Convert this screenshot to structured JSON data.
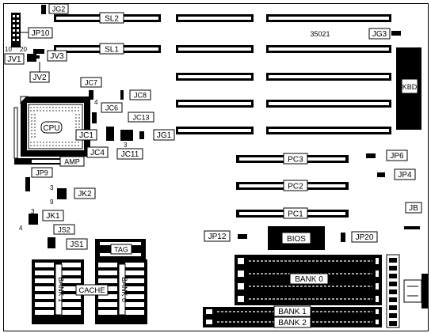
{
  "title": "35021",
  "slots": {
    "sl2": "SL2",
    "sl1": "SL1",
    "pc3": "PC3",
    "pc2": "PC2",
    "pc1": "PC1"
  },
  "labels": {
    "jg2": "JG2",
    "jp10": "JP10",
    "jv1": "JV1",
    "jv3": "JV3",
    "jv2": "JV2",
    "jg3": "JG3",
    "kbd": "KBD",
    "jc7": "JC7",
    "jc8": "JC8",
    "jc6": "JC6",
    "jc13": "JC13",
    "cpu": "CPU",
    "jc1": "JC1",
    "jc4": "JC4",
    "jc11": "JC11",
    "jg1": "JG1",
    "amp": "AMP",
    "jp6": "JP6",
    "jp4": "JP4",
    "jp9": "JP9",
    "jk2": "JK2",
    "jk1": "JK1",
    "jb": "JB",
    "js2": "JS2",
    "js1": "JS1",
    "jp12": "JP12",
    "bios": "BIOS",
    "jp20": "JP20",
    "tag": "TAG",
    "bank0": "BANK 0",
    "cache": "CACHE",
    "bank1_cache": "BANK 1",
    "bank0_cache": "BANK 0",
    "bank1": "BANK 1",
    "bank2": "BANK 2"
  },
  "pin_numbers": {
    "n10": "10",
    "n20": "20",
    "n4a": "4",
    "n3a": "3",
    "n3b": "3",
    "n9": "9",
    "n3c": "3",
    "n4b": "4"
  },
  "colors": {
    "ink": "#000000",
    "paper": "#ffffff",
    "shade": "#cccccc"
  }
}
